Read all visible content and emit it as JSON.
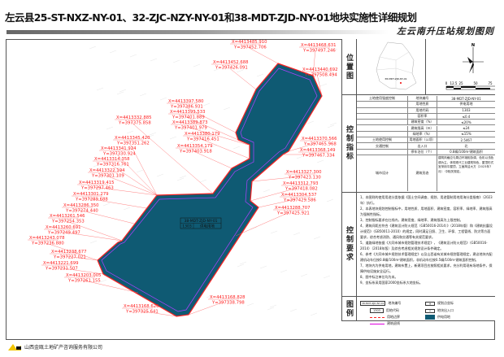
{
  "header": {
    "title": "左云县25-ST-NXZ-NY-01、32-ZJC-NZY-NY-01和38-MDT-ZJD-NY-01地块实施性详细规划",
    "subtitle": "左云南升压站规划图则"
  },
  "colors": {
    "parcel": "#0f5a73",
    "boundary": "#ff2020",
    "setback": "#b040ff",
    "label": "#ff2020"
  },
  "map": {
    "parcel_label": {
      "code": "38-MDT-ZJD-NY-01",
      "land_code": "1303",
      "use": "供电用地"
    },
    "coordinates": [
      {
        "x": "X=4413485.910",
        "y": "Y=397452.706"
      },
      {
        "x": "X=4413468.631",
        "y": "Y=397497.246"
      },
      {
        "x": "X=4413440.692",
        "y": "Y=397508.494"
      },
      {
        "x": "X=4413452.688",
        "y": "Y=397426.091"
      },
      {
        "x": "X=4413397.580",
        "y": "Y=397386.931"
      },
      {
        "x": "X=4413393.533",
        "y": "Y=397401.889"
      },
      {
        "x": "X=4413389.873",
        "y": "Y=397401.979"
      },
      {
        "x": "X=4413380.179",
        "y": "Y=397416.451"
      },
      {
        "x": "X=4413354.179",
        "y": "Y=397403.918"
      },
      {
        "x": "X=4413332.885",
        "y": "Y=397375.858"
      },
      {
        "x": "X=4413345.420",
        "y": "Y=397351.262"
      },
      {
        "x": "X=4413341.924",
        "y": "Y=397330.924"
      },
      {
        "x": "X=4413314.358",
        "y": "Y=397316.761"
      },
      {
        "x": "X=4413322.194",
        "y": "Y=397301.109"
      },
      {
        "x": "X=4413319.415",
        "y": "Y=397297.463"
      },
      {
        "x": "X=4413301.279",
        "y": "Y=397289.688"
      },
      {
        "x": "X=4413286.350",
        "y": "Y=397274.440"
      },
      {
        "x": "X=4413261.546",
        "y": "Y=397254.353"
      },
      {
        "x": "X=4413260.691",
        "y": "Y=397249.497"
      },
      {
        "x": "X=4413243.078",
        "y": "Y=397236.880"
      },
      {
        "x": "X=4413238.677",
        "y": "Y=397227.021"
      },
      {
        "x": "X=4413221.699",
        "y": "Y=397231.507"
      },
      {
        "x": "X=4413203.005",
        "y": "Y=397261.155"
      },
      {
        "x": "X=4413168.626",
        "y": "Y=397325.641"
      },
      {
        "x": "X=4413168.828",
        "y": "Y=397338.798"
      },
      {
        "x": "X=4413370.566",
        "y": "Y=397465.968"
      },
      {
        "x": "X=4413368.149",
        "y": "Y=397467.334"
      },
      {
        "x": "X=4413327.300",
        "y": "Y=397423.130"
      },
      {
        "x": "X=4413312.793",
        "y": "Y=397418.082"
      },
      {
        "x": "X=4413304.537",
        "y": "Y=397429.586"
      },
      {
        "x": "X=4413288.707",
        "y": "Y=397425.921"
      }
    ]
  },
  "panel": {
    "location_label": "位置图",
    "control_label": "控制指标",
    "requirements_label": "控制要求",
    "legend_label": "图例",
    "locmap_parcel": "38-MDT-ZJD-NY-01",
    "north": "N",
    "scale": {
      "ticks": [
        "0",
        "12.5",
        "25",
        "50",
        "75"
      ],
      "unit": "米"
    },
    "table": [
      {
        "group": "土地使用强度控制",
        "key": "地块编号",
        "value": "38-MDT-ZJD-NY-01"
      },
      {
        "group": "",
        "key": "用地性质",
        "value": "供电用地"
      },
      {
        "group": "",
        "key": "用地代码",
        "value": "1303"
      },
      {
        "group": "",
        "key": "容积率",
        "value": "≤0.4"
      },
      {
        "group": "",
        "key": "建筑密度（%）",
        "value": "≤20%"
      },
      {
        "group": "",
        "key": "建筑限高（m）",
        "value": "≤24"
      },
      {
        "group": "",
        "key": "绿地率（%）",
        "value": "≤15%"
      },
      {
        "group": "土地使用控制",
        "key": "用地面积（公顷）",
        "value": "2.5467"
      },
      {
        "group": "交通控制",
        "key": "出入口",
        "value": "北"
      },
      {
        "group": "",
        "key": "停车泊位（个）",
        "value": "0.8辆/100m²建筑面积"
      }
    ],
    "design": {
      "group": "城市设计",
      "key": "建筑形态",
      "value": "建筑风格应与周边环境相协调，色彩以浅色调为主，体现现代工业建筑特色，屋顶形式宜采用平屋顶，立面简洁大方（2023年7月） 中相关规定。"
    },
    "requirements": [
      "1、本图则的使用用途分类依据《国土空间调查、规划、用途管制用地用海分类指南》（2023年）执行。",
      "2、本表地块规划控制指标中，用地性质、用地面积、建筑密度、容积率、绿地率、建筑限高为强制性指标。",
      "3、控制指标要求在红线内，建筑密度、绿地率、建筑限高为上限控制。",
      "4、建筑间距应符合《建筑设计防火规范（GB50016-2014）》（2018年版）和《建筑抗震设计规范》（GB50011-2010）的规定，同时满足日照、卫生、环保、工程管线、防灾等方面要求，综合考虑消防、通风和交通等有关规范要求。",
      "5、道路绿地依据《大同市城市规划管理技术规定》，《建筑设计防火规范》（GB50016-2014）（2018年版）及综合考虑相关规划设计条件确定。",
      "6、参考《大同市城乡规划技术管理规定》以及山西省有关城市规划管理规定，建议地块内配建机动车位按0.8辆/100m²建筑面积，非机动车位按0.5辆/100m²建筑面积控制。",
      "7、地块内为供电用地，建筑布置上，新建项目应按照相关要求，充分利用现有场地条件，保障供电设施安全运行。",
      "8、图中标注单位均为米。",
      "9、坐标系采用国家2000坐标系大地坐标。"
    ],
    "legend": [
      {
        "sample": "38-MDT-ZJD-NY-01",
        "label": "地块编号"
      },
      {
        "sample": "1303",
        "label": "用地代码"
      },
      {
        "label": "用地边界"
      },
      {
        "label": "建筑退线"
      },
      {
        "label": "规划点坐标"
      },
      {
        "label": "地块出入口"
      },
      {
        "label": "供电用地"
      }
    ]
  },
  "footer": {
    "company": "山西金瓯土地矿产咨询服务有限公司"
  }
}
